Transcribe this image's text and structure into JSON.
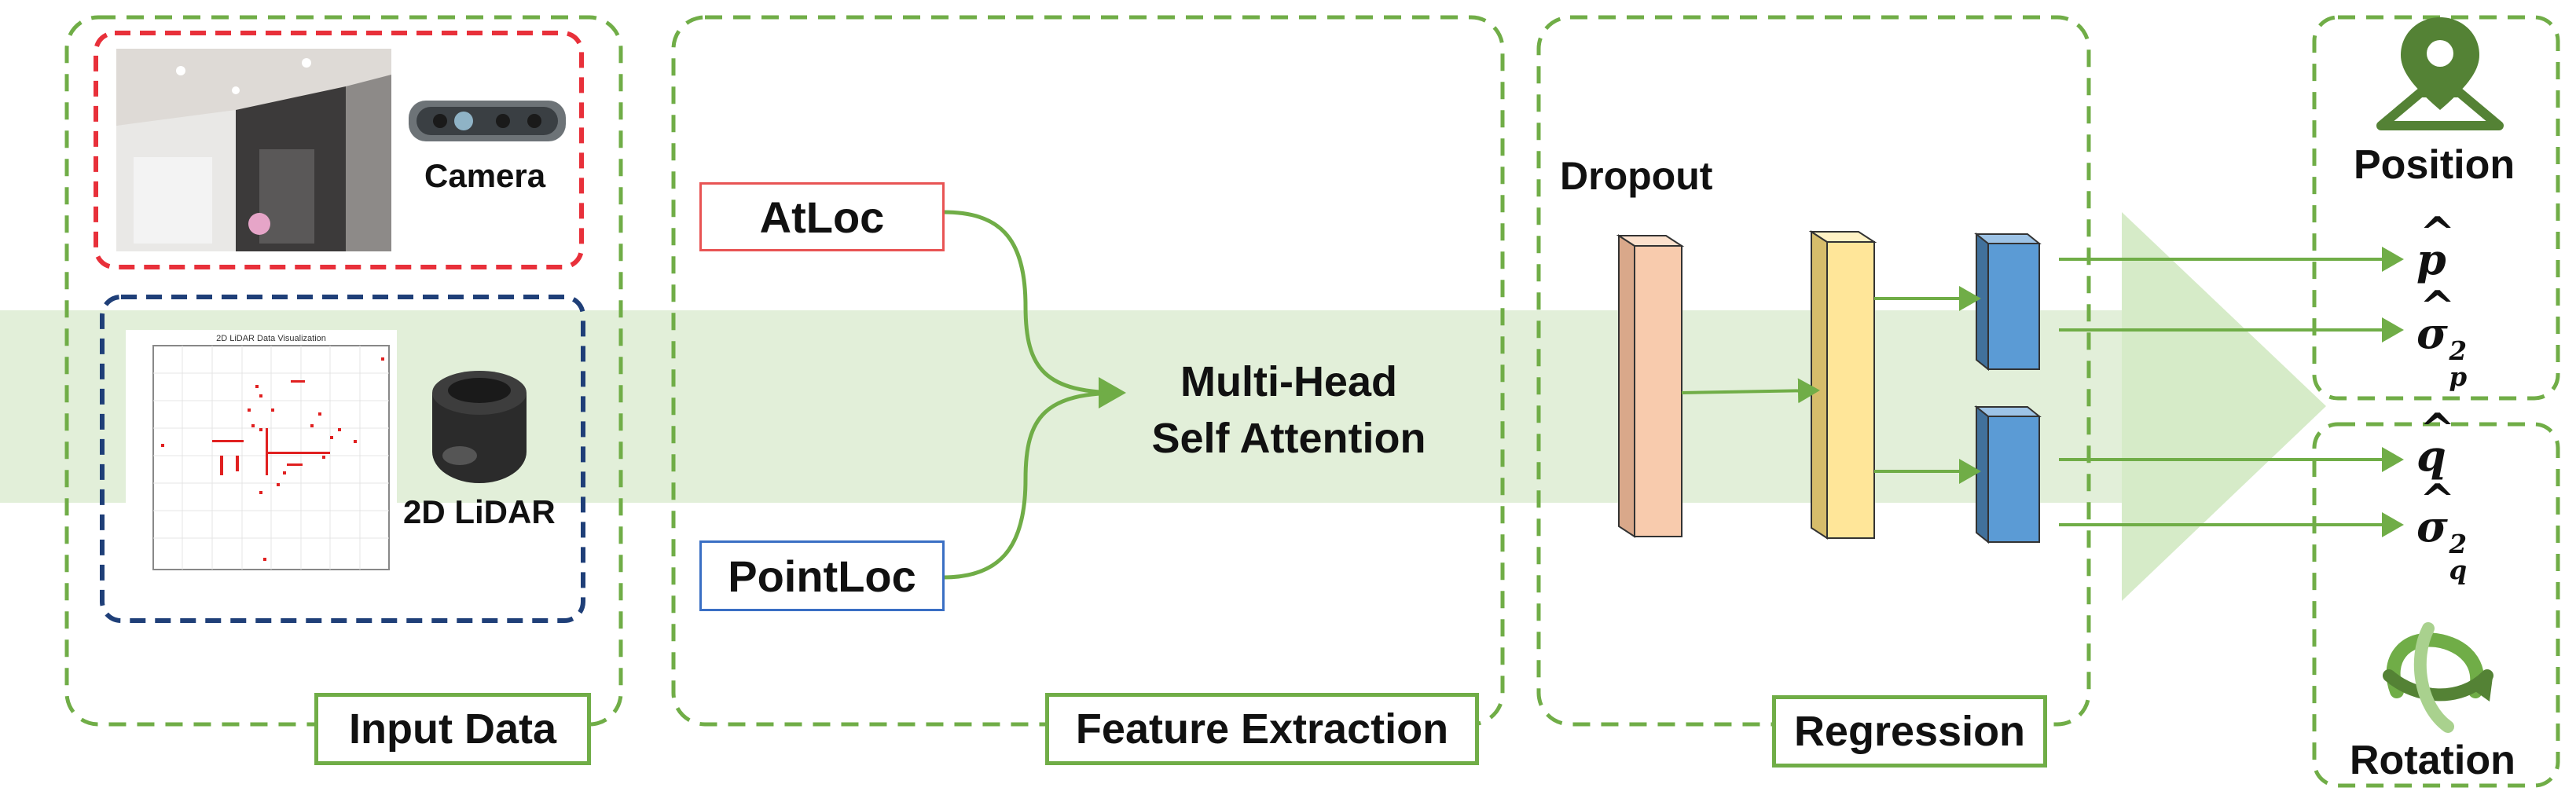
{
  "sections": {
    "input": "Input Data",
    "feature": "Feature Extraction",
    "regression": "Regression"
  },
  "inputs": {
    "camera": "Camera",
    "lidar": "2D LiDAR",
    "lidar_plot_title": "2D LiDAR Data Visualization"
  },
  "features": {
    "atloc": "AtLoc",
    "pointloc": "PointLoc",
    "attention_line1": "Multi-Head",
    "attention_line2": "Self Attention"
  },
  "regression": {
    "dropout": "Dropout"
  },
  "outputs": {
    "position": "Position",
    "rotation": "Rotation",
    "p_hat": "p",
    "sigma_p": "σ",
    "q_hat": "q",
    "sigma_q": "σ",
    "sup2": "2",
    "sub_p": "p",
    "sub_q": "q"
  },
  "colors": {
    "green": "#70ad47",
    "red_dash": "#e8303a",
    "blue_dash": "#1f3f78",
    "atloc_border": "#e85454",
    "pointloc_border": "#3a6fc4",
    "band": "#e2efd9",
    "arrow_head": "#d6ebc8",
    "dropout_fill": "#f8cbad",
    "hidden_fill": "#ffe699",
    "head_fill": "#5b9bd5"
  }
}
